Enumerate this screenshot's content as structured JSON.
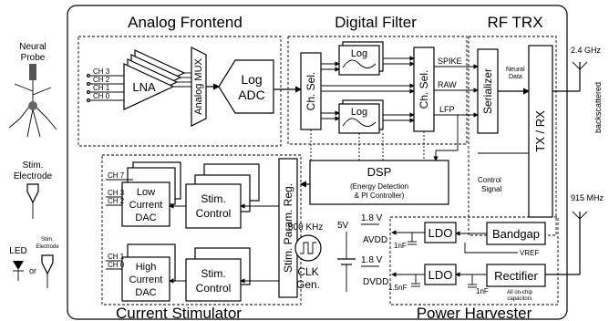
{
  "sections": {
    "analog_frontend": "Analog Frontend",
    "digital_filter": "Digital Filter",
    "rf_trx": "RF TRX",
    "current_stimulator": "Current Stimulator",
    "power_harvester": "Power Harvester"
  },
  "blocks": {
    "lna": "LNA",
    "analog_mux": "Analog MUX",
    "log_adc_1": "Log",
    "log_adc_2": "ADC",
    "ch_sel": "Ch. Sel.",
    "log": "Log",
    "serializer": "Serializer",
    "txrx": "TX / RX",
    "dsp": "DSP",
    "dsp_sub": "(Energy Detection",
    "dsp_sub2": "& PI Controller)",
    "stim_param_reg": "Stim. Param. Reg.",
    "low_dac_1": "Low",
    "low_dac_2": "Current",
    "low_dac_3": "DAC",
    "high_dac_1": "High",
    "high_dac_2": "Current",
    "high_dac_3": "DAC",
    "stim_control_1": "Stim.",
    "stim_control_2": "Control",
    "ldo": "LDO",
    "bandgap": "Bandgap",
    "rectifier": "Rectifier",
    "clk_gen_1": "CLK",
    "clk_gen_2": "Gen."
  },
  "channels": {
    "ch3": "CH 3",
    "ch2": "CH 2",
    "ch1": "CH 1",
    "ch0": "CH 0",
    "ch7": "CH 7"
  },
  "signals": {
    "spike": "SPIKE",
    "raw": "RAW",
    "lfp": "LFP",
    "neural_data_1": "Neural",
    "neural_data_2": "Data",
    "control_signal_1": "Control",
    "control_signal_2": "Signal",
    "vref": "VREF",
    "avdd": "AVDD",
    "dvdd": "DVDD",
    "v18": "1.8 V",
    "v5": "5V",
    "cap1": "1nF",
    "cap15": "1.5nF",
    "cap_ldo": "1nF",
    "all_caps_1": "All on-chip",
    "all_caps_2": "capacitors",
    "clk_freq": "800 KHz"
  },
  "external": {
    "neural_probe_1": "Neural",
    "neural_probe_2": "Probe",
    "stim_electrode_1": "Stim.",
    "stim_electrode_2": "Electrode",
    "led": "LED",
    "or": "or",
    "stim_small_1": "Stim.",
    "stim_small_2": "Electrode",
    "freq_24": "2.4 GHz",
    "backscattered": "backscattered",
    "freq_915": "915 MHz"
  }
}
